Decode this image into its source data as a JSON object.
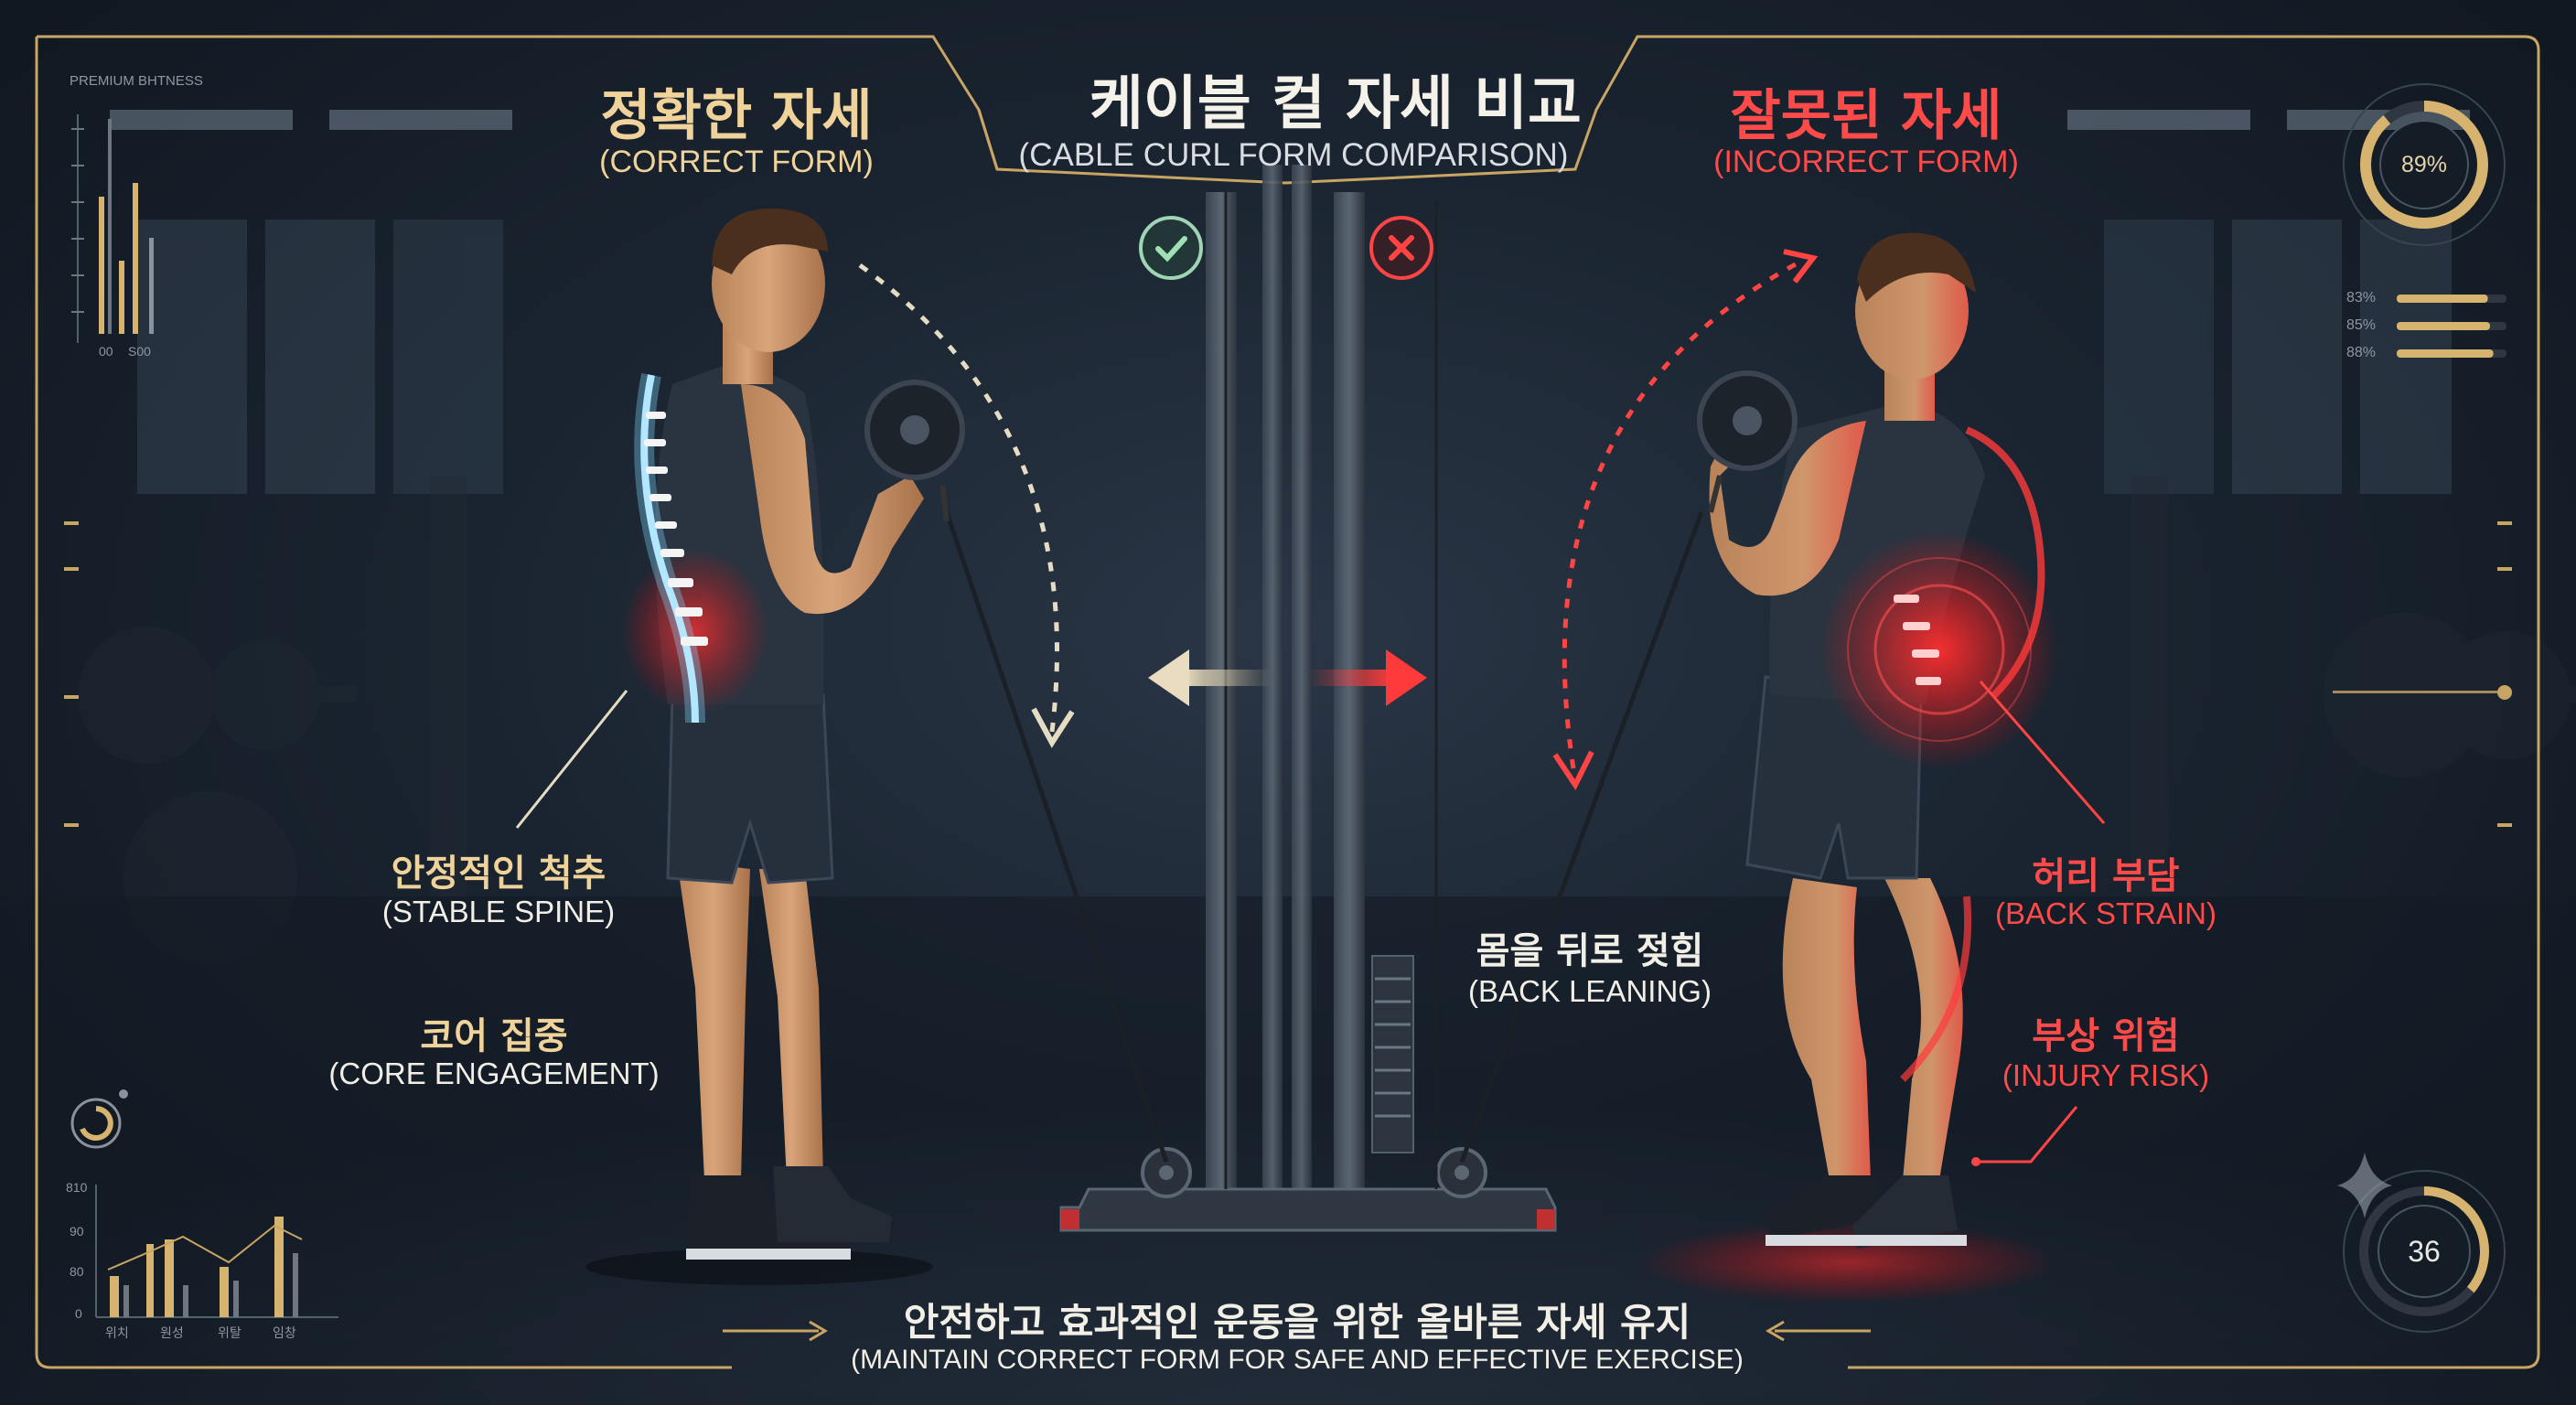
{
  "colors": {
    "gold": "#d9b46a",
    "red": "#ff3b3b",
    "panel": "#101822",
    "blue_glow": "#6fd0ff"
  },
  "title": {
    "ko": "케이블 컬 자세 비교",
    "en": "(CABLE CURL FORM COMPARISON)"
  },
  "correct": {
    "ko": "정확한 자세",
    "en": "(CORRECT FORM)",
    "icon": "check-icon"
  },
  "incorrect": {
    "ko": "잘못된 자세",
    "en": "(INCORRECT FORM)",
    "icon": "x-icon"
  },
  "left_labels": [
    {
      "ko": "안정적인 척추",
      "en": "(STABLE SPINE)"
    },
    {
      "ko": "코어 집중",
      "en": "(CORE ENGAGEMENT)"
    }
  ],
  "center_label": {
    "ko": "몸을 뒤로 젖힘",
    "en": "(BACK LEANING)"
  },
  "right_labels": [
    {
      "ko": "허리 부담",
      "en": "(BACK STRAIN)"
    },
    {
      "ko": "부상 위험",
      "en": "(INJURY RISK)"
    }
  ],
  "footer": {
    "ko": "안전하고 효과적인 운동을 위한 올바른 자세 유지",
    "en": "(MAINTAIN CORRECT FORM FOR SAFE AND EFFECTIVE EXERCISE)"
  },
  "hud": {
    "brand": "PREMIUM BHTNESS",
    "top_left_axis": [
      "00",
      "S00"
    ],
    "gauge_top": {
      "label": "89%",
      "value": 0.89
    },
    "bars_right": [
      {
        "label": "83%",
        "value": 0.83
      },
      {
        "label": "85%",
        "value": 0.85
      },
      {
        "label": "88%",
        "value": 0.88
      }
    ],
    "gauge_bottom": {
      "label": "36",
      "value": 0.36
    },
    "bottom_chart": {
      "yticks": [
        "810",
        "90",
        "80",
        "0"
      ],
      "xticks": [
        "위치",
        "원성",
        "위탈",
        "임창"
      ]
    }
  }
}
